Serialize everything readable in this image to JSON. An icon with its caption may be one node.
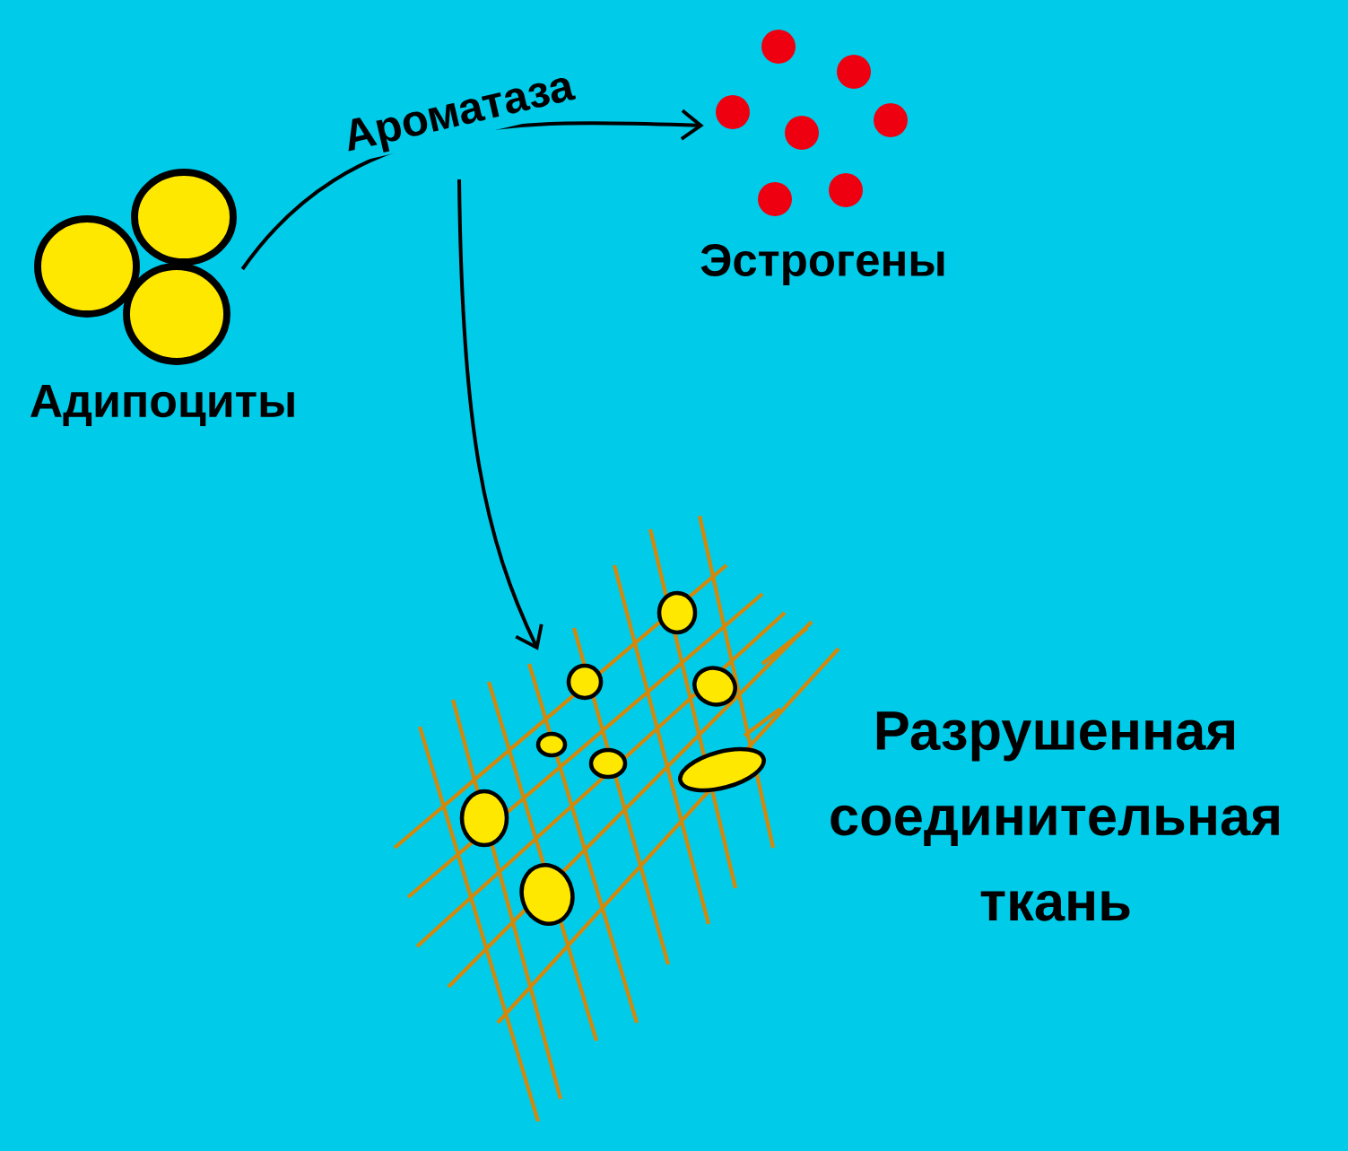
{
  "diagram": {
    "nodes": [
      {
        "text": [
          "Адипоциты"
        ]
      },
      {
        "text": [
          "Эстрогены"
        ]
      },
      {
        "text": [
          "Разрушенная соединительная ткань"
        ]
      }
    ],
    "edges": [
      {
        "from": 0,
        "to": 1,
        "arrow": "to",
        "label": "Ароматаза"
      },
      {
        "from": null,
        "to": 2,
        "arrow": "to"
      }
    ]
  }
}
